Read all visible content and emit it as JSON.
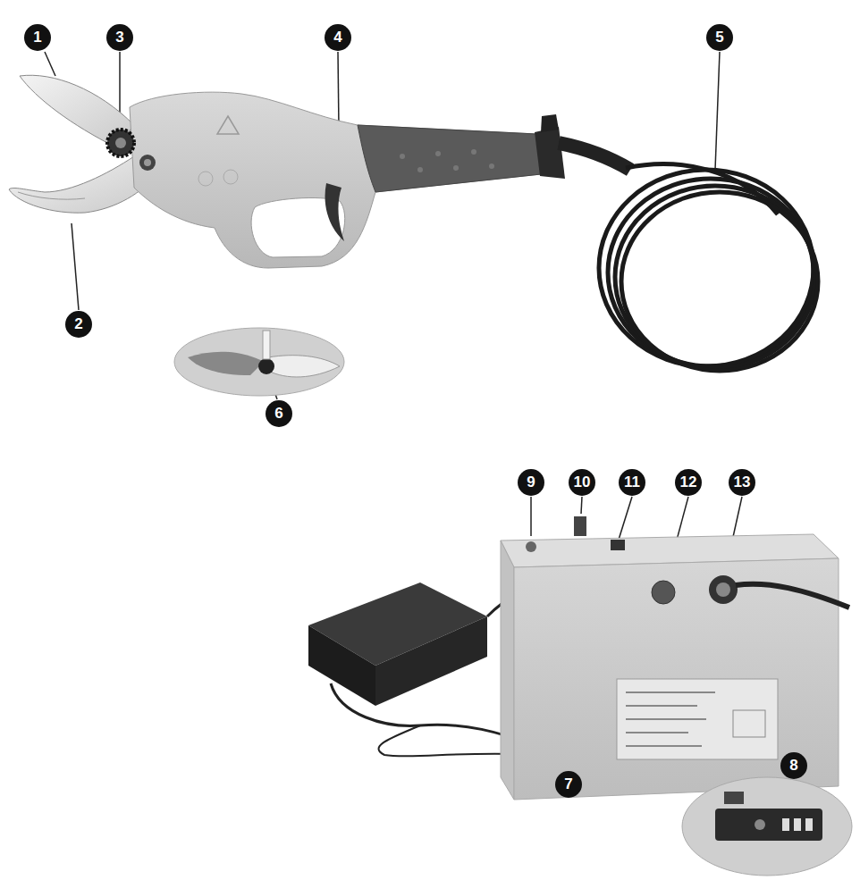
{
  "diagram": {
    "labels": [
      "1",
      "3",
      "4",
      "5",
      "2",
      "6",
      "9",
      "10",
      "11",
      "12",
      "13",
      "7",
      "8"
    ]
  }
}
